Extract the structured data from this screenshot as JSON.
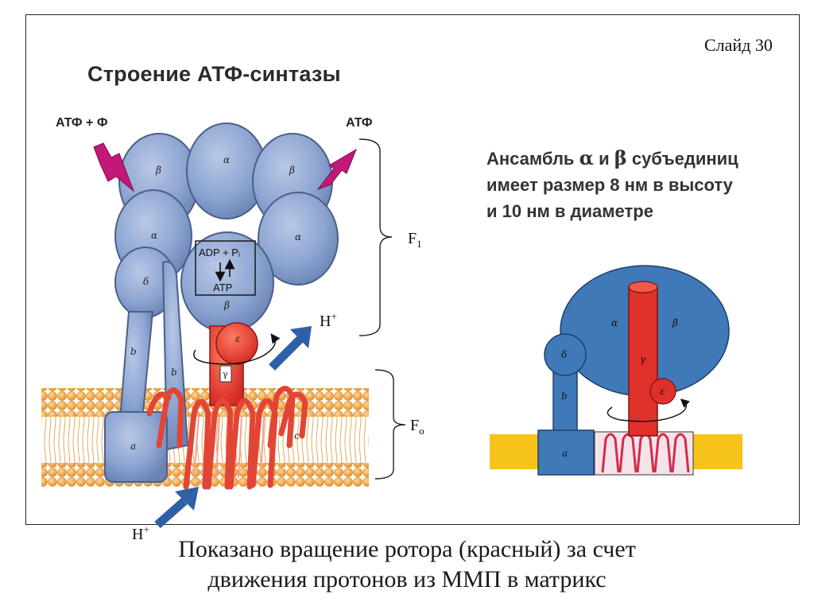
{
  "slide_label": "Слайд 30",
  "left_diagram": {
    "title": "Строение АТФ-синтазы",
    "label_atp_phi": "АТФ + Ф",
    "label_atp": "АТФ",
    "subunits": [
      "β",
      "α",
      "β",
      "α",
      "α",
      "δ",
      "β",
      "b",
      "b",
      "a",
      "γ",
      "ε",
      "c"
    ],
    "catalytic_box": [
      "ADP + Pᵢ",
      "ATP"
    ],
    "bracket_f1": {
      "base": "F",
      "sub": "1"
    },
    "bracket_fo": {
      "base": "F",
      "sub": "o"
    },
    "proton_top": {
      "base": "H",
      "sup": "+"
    },
    "proton_bottom": {
      "base": "H",
      "sup": "+"
    }
  },
  "right_diagram": {
    "ensemble_line1_prefix": "Ансамбль ",
    "alpha": "α",
    "ensemble_and": " и ",
    "beta": "β",
    "ensemble_line1_suffix": " субъединиц",
    "ensemble_line2": "имеет размер 8 нм  в высоту",
    "ensemble_line3": "и 10 нм в диаметре",
    "subunits": [
      "α",
      "β",
      "γ",
      "δ",
      "ε",
      "b",
      "a"
    ]
  },
  "caption": {
    "line1": "Показано вращение ротора (красный) за счет",
    "line2": "движения протонов из ММП в матрикс"
  },
  "colors": {
    "protein_blue": "#8ea6d2",
    "protein_outline": "#4d5f8a",
    "rotor_red": "#e0302a",
    "membrane_orange": "#f0a640",
    "right_blue": "#3f79b8",
    "right_yellow": "#f6c31a",
    "magenta_arrow": "#c2187a"
  }
}
